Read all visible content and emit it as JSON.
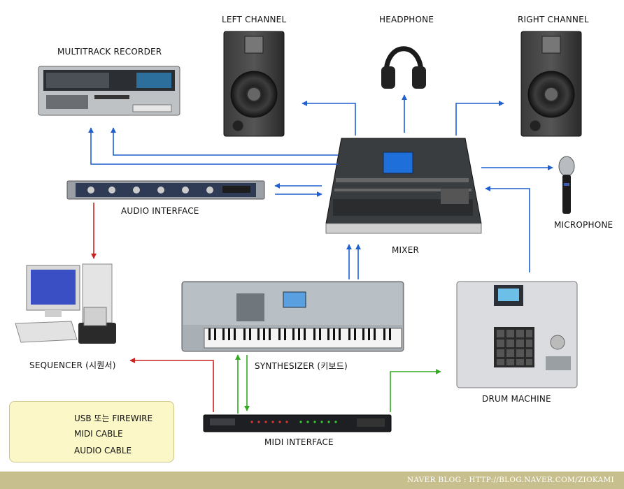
{
  "colors": {
    "usb": "#cc2222",
    "midi": "#33aa22",
    "audio": "#1f5fd0",
    "footer_bg": "#c8bf8f",
    "legend_bg": "#fbf7c6"
  },
  "labels": {
    "multitrack": "MULTITRACK RECORDER",
    "left_channel": "LEFT CHANNEL",
    "headphone": "HEADPHONE",
    "right_channel": "RIGHT CHANNEL",
    "audio_interface": "AUDIO INTERFACE",
    "mixer": "MIXER",
    "microphone": "MICROPHONE",
    "sequencer": "SEQUENCER (시퀀서)",
    "synthesizer": "SYNTHESIZER (키보드)",
    "drum_machine": "DRUM MACHINE",
    "midi_interface": "MIDI INTERFACE"
  },
  "legend": [
    {
      "text": "USB 또는 FIREWIRE",
      "color": "usb"
    },
    {
      "text": "MIDI CABLE",
      "color": "midi"
    },
    {
      "text": "AUDIO CABLE",
      "color": "audio"
    }
  ],
  "footer": "NAVER BLOG : HTTP://BLOG.NAVER.COM/ZIOKAMI"
}
